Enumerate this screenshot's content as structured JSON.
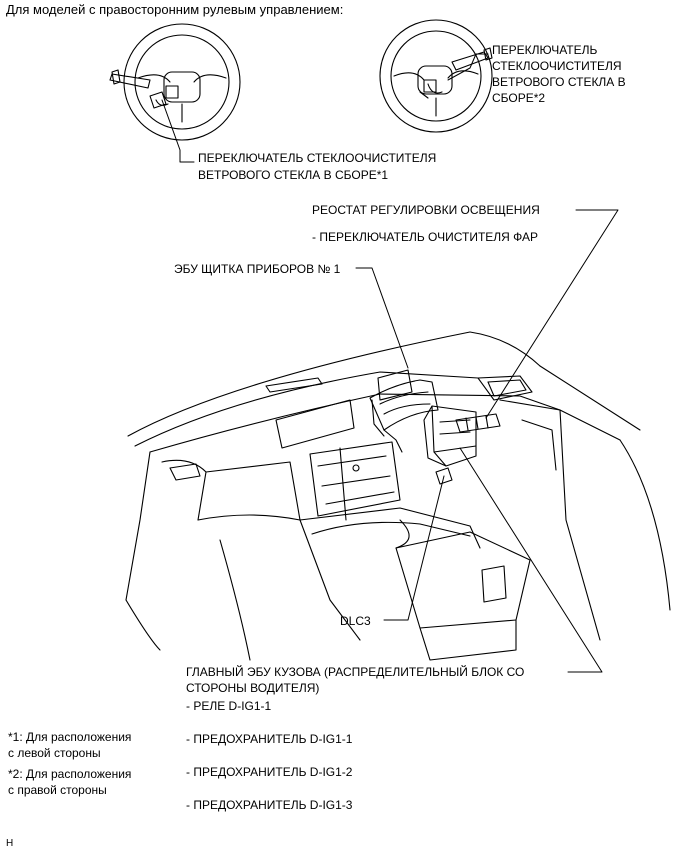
{
  "header": "Для моделей с правосторонним рулевым управлением:",
  "callouts": {
    "wiper_switch_1": [
      "ПЕРЕКЛЮЧАТЕЛЬ СТЕКЛООЧИСТИТЕЛЯ",
      "ВЕТРОВОГО СТЕКЛА В СБОРЕ*1"
    ],
    "wiper_switch_2": [
      "ПЕРЕКЛЮЧАТЕЛЬ",
      "СТЕКЛООЧИСТИТЕЛЯ",
      "ВЕТРОВОГО СТЕКЛА В",
      "СБОРЕ*2"
    ],
    "rheostat": "РЕОСТАТ РЕГУЛИРОВКИ ОСВЕЩЕНИЯ",
    "headlamp_cleaner": "- ПЕРЕКЛЮЧАТЕЛЬ ОЧИСТИТЕЛЯ ФАР",
    "combination_meter_ecu": "ЭБУ ЩИТКА ПРИБОРОВ № 1",
    "dlc3": "DLC3",
    "main_body_ecu": [
      "ГЛАВНЫЙ ЭБУ КУЗОВА (РАСПРЕДЕЛИТЕЛЬНЫЙ БЛОК СО",
      "СТОРОНЫ ВОДИТЕЛЯ)"
    ],
    "relay": "- РЕЛЕ D-IG1-1",
    "fuse_1": "- ПРЕДОХРАНИТЕЛЬ D-IG1-1",
    "fuse_2": "- ПРЕДОХРАНИТЕЛЬ D-IG1-2",
    "fuse_3": "- ПРЕДОХРАНИТЕЛЬ D-IG1-3"
  },
  "notes": {
    "note_1": [
      "*1: Для расположения",
      "с левой стороны"
    ],
    "note_2": [
      "*2: Для расположения",
      "с правой стороны"
    ]
  },
  "corner_mark": "H"
}
